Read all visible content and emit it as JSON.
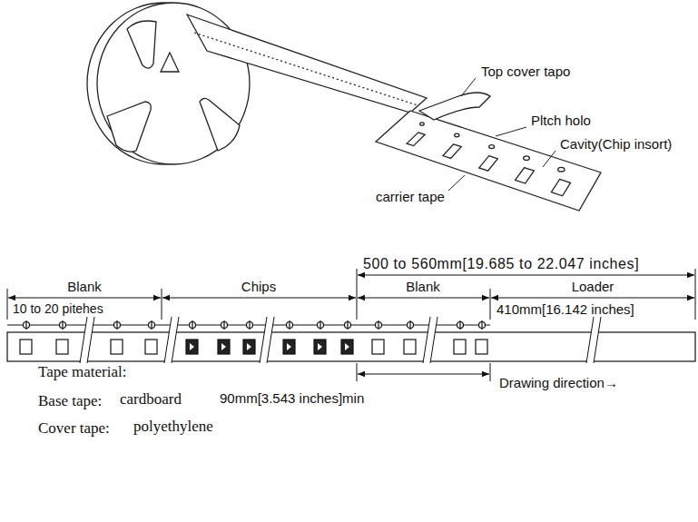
{
  "diagram": {
    "labels": [
      "Top cover tapo",
      "Pltch holo",
      "Cavity(Chip insort)",
      "carrier tape",
      "500 to 560mm[19.685 to 22.047 inches]",
      "Blank",
      "Chips",
      "Blank",
      "Loader",
      "10 to 20 pitehes",
      "410mm[16.142 inches]",
      "Drawing direction→",
      "90mm[3.543 inches]min",
      "Tape material:",
      "Base tape:",
      "cardboard",
      "Cover tape:",
      "polyethylene"
    ]
  }
}
